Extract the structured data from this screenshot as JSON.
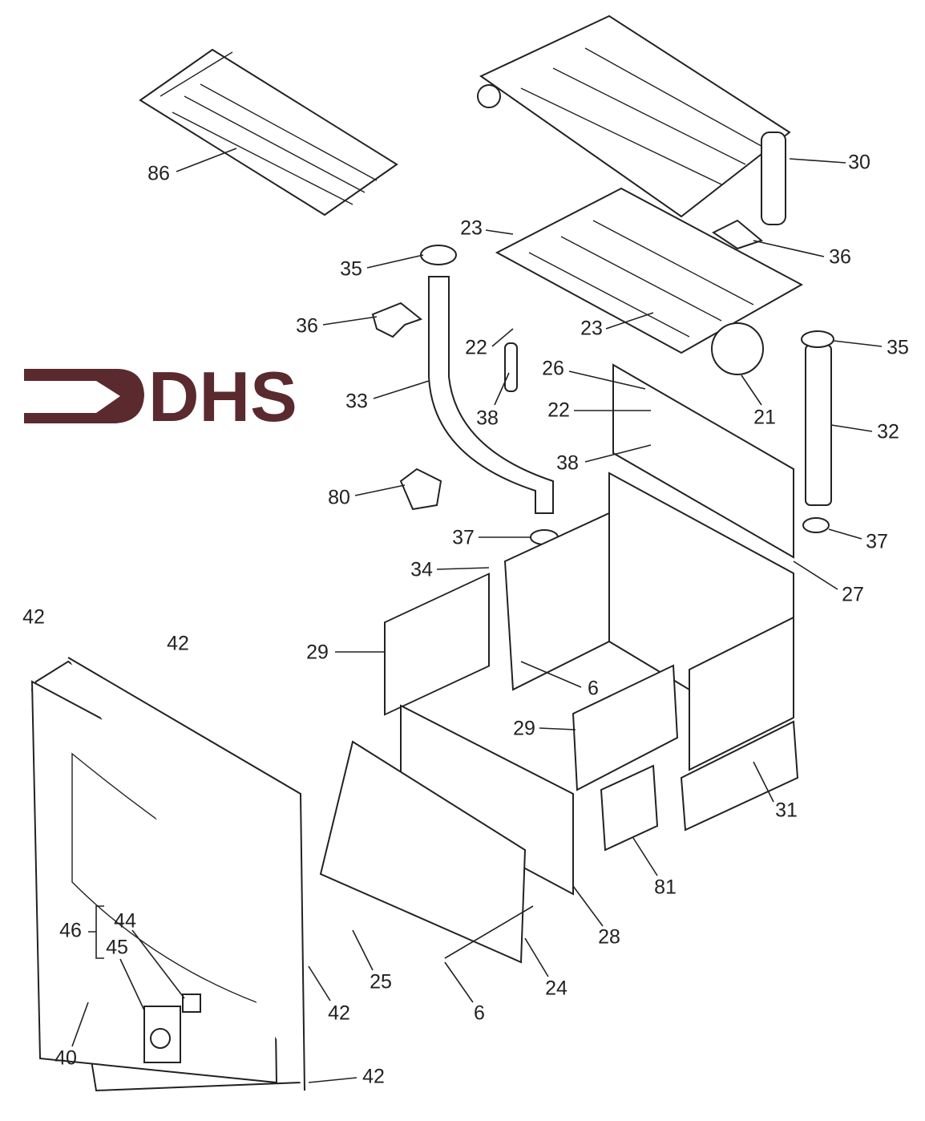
{
  "logo": {
    "text": "DHS",
    "color": "#5a2a2e"
  },
  "labels": [
    "86",
    "30",
    "23",
    "35",
    "36",
    "36",
    "23",
    "22",
    "35",
    "26",
    "33",
    "38",
    "22",
    "21",
    "32",
    "38",
    "80",
    "37",
    "37",
    "34",
    "27",
    "42",
    "42",
    "29",
    "6",
    "29",
    "31",
    "81",
    "46",
    "44",
    "45",
    "28",
    "25",
    "24",
    "42",
    "6",
    "40",
    "42"
  ]
}
